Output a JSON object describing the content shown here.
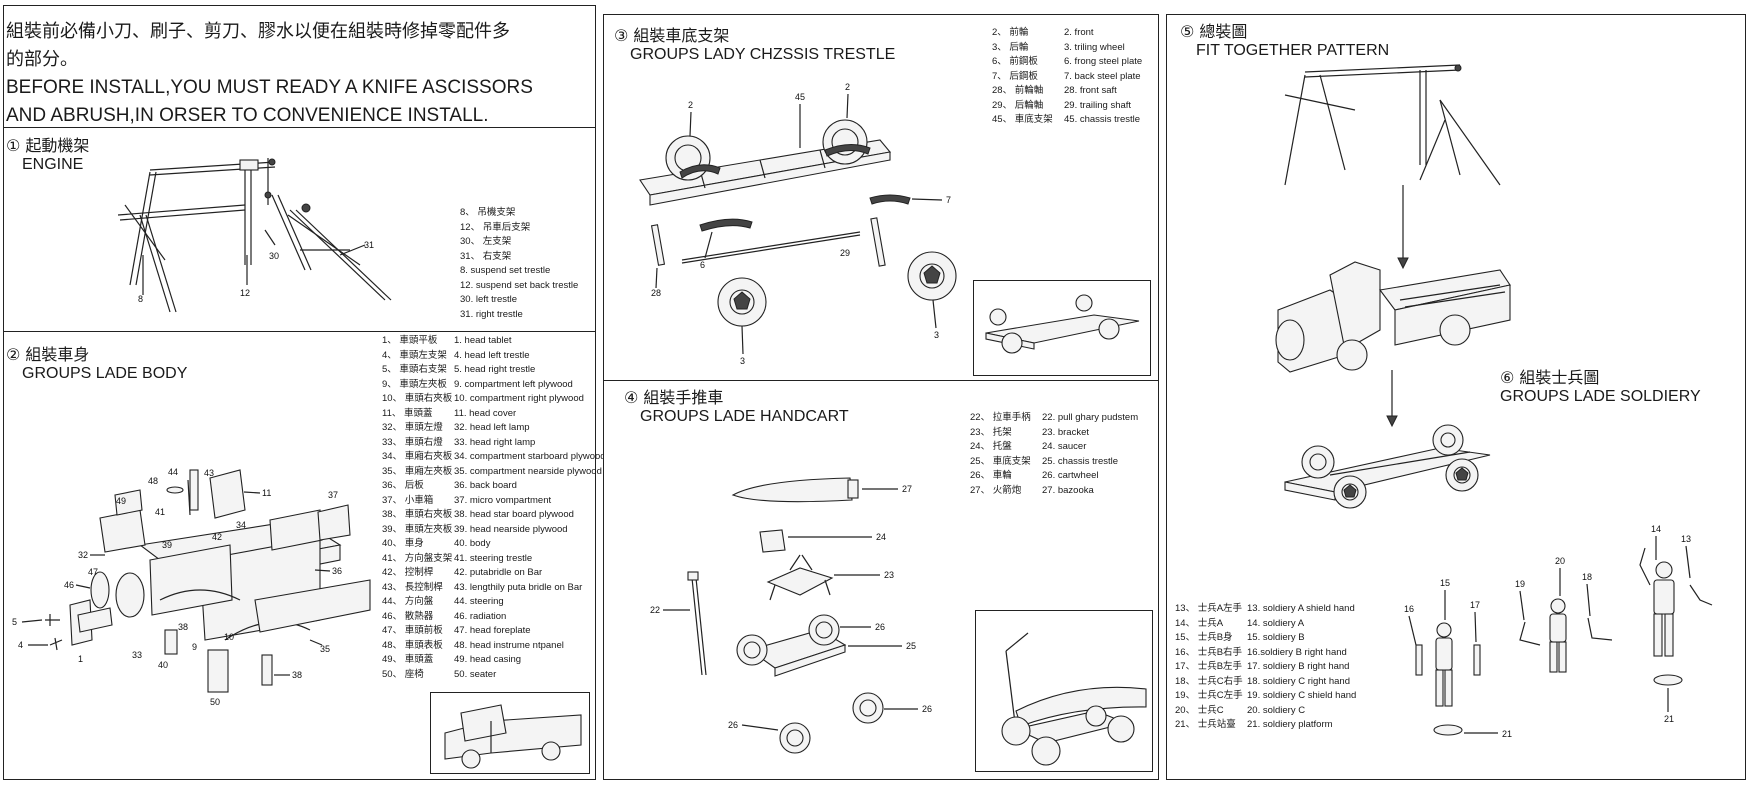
{
  "intro": {
    "cn_line1": "組裝前必備小刀、刷子、剪刀、膠水以便在組裝時修掉零配件多",
    "cn_line2": "的部分。",
    "en_line1": "BEFORE INSTALL,YOU MUST READY A KNIFE ASCISSORS",
    "en_line2": "AND ABRUSH,IN ORSER TO CONVENIENCE INSTALL."
  },
  "sections": {
    "engine": {
      "cn": "① 起動機架",
      "en": "ENGINE"
    },
    "body": {
      "cn": "② 組裝車身",
      "en": "GROUPS LADE BODY"
    },
    "chassis": {
      "cn": "③ 組裝車底支架",
      "en": "GROUPS LADY CHZSSIS TRESTLE"
    },
    "handcart": {
      "cn": "④ 組裝手推車",
      "en": "GROUPS LADE HANDCART"
    },
    "fit": {
      "cn": "⑤ 總裝圖",
      "en": "FIT TOGETHER PATTERN"
    },
    "soldiery": {
      "cn": "⑥ 組裝士兵圖",
      "en": "GROUPS LADE SOLDIERY"
    }
  },
  "engine_legend_cn": [
    "8、 吊機支架",
    "12、 吊車后支架",
    "30、 左支架",
    "31、 右支架"
  ],
  "engine_legend_en": [
    "8. suspend set trestle",
    "12. suspend set back trestle",
    "30. left trestle",
    "31. right trestle"
  ],
  "engine_parts": [
    "8",
    "12",
    "30",
    "31"
  ],
  "body_legend": [
    {
      "cn": "1、 車頭平板",
      "en": "1. head tablet"
    },
    {
      "cn": "4、 車頭左支架",
      "en": "4. head left trestle"
    },
    {
      "cn": "5、 車頭右支架",
      "en": "5. head right trestle"
    },
    {
      "cn": "9、 車頭左夾板",
      "en": "9. compartment left plywood"
    },
    {
      "cn": "10、 車頭右夾板",
      "en": "10. compartment right plywood"
    },
    {
      "cn": "11、 車頭蓋",
      "en": "11. head cover"
    },
    {
      "cn": "32、 車頭左燈",
      "en": "32. head left lamp"
    },
    {
      "cn": "33、 車頭右燈",
      "en": "33. head right lamp"
    },
    {
      "cn": "34、 車廂右夾板",
      "en": "34. compartment starboard plywood"
    },
    {
      "cn": "35、 車廂左夾板",
      "en": "35. compartment nearside plywood"
    },
    {
      "cn": "36、 后板",
      "en": "36. back board"
    },
    {
      "cn": "37、 小車箱",
      "en": "37. micro vompartment"
    },
    {
      "cn": "38、 車頭右夾板",
      "en": "38. head star board plywood"
    },
    {
      "cn": "39、 車頭左夾板",
      "en": "39. head nearside plywood"
    },
    {
      "cn": "40、 車身",
      "en": "40. body"
    },
    {
      "cn": "41、 方向盤支架",
      "en": "41. steering trestle"
    },
    {
      "cn": "42、 控制桿",
      "en": "42. putabridle on Bar"
    },
    {
      "cn": "43、 長控制桿",
      "en": "43. lengthily puta bridle on Bar"
    },
    {
      "cn": "44、 方向盤",
      "en": "44. steering"
    },
    {
      "cn": "46、 散熱器",
      "en": "46. radiation"
    },
    {
      "cn": "47、 車頭前板",
      "en": "47. head foreplate"
    },
    {
      "cn": "48、 車頭表板",
      "en": "48. head instrume ntpanel"
    },
    {
      "cn": "49、 車頭蓋",
      "en": "49. head casing"
    },
    {
      "cn": "50、 座椅",
      "en": "50. seater"
    }
  ],
  "body_parts": [
    "1",
    "4",
    "5",
    "9",
    "10",
    "11",
    "32",
    "33",
    "34",
    "35",
    "36",
    "37",
    "38",
    "38",
    "39",
    "40",
    "41",
    "42",
    "43",
    "44",
    "46",
    "47",
    "48",
    "49",
    "50"
  ],
  "chassis_legend": [
    {
      "cn": "2、 前輪",
      "en": "2. front"
    },
    {
      "cn": "3、 后輪",
      "en": "3. triling wheel"
    },
    {
      "cn": "6、 前鋼板",
      "en": "6. frong steel plate"
    },
    {
      "cn": "7、 后鋼板",
      "en": "7. back steel plate"
    },
    {
      "cn": "28、 前輪軸",
      "en": "28. front saft"
    },
    {
      "cn": "29、 后輪軸",
      "en": "29. trailing shaft"
    },
    {
      "cn": "45、 車底支架",
      "en": "45. chassis trestle"
    }
  ],
  "chassis_parts": [
    "2",
    "2",
    "45",
    "7",
    "6",
    "29",
    "28",
    "3",
    "3"
  ],
  "handcart_legend": [
    {
      "cn": "22、 拉車手柄",
      "en": "22. pull ghary pudstem"
    },
    {
      "cn": "23、 托架",
      "en": "23. bracket"
    },
    {
      "cn": "24、 托盤",
      "en": "24. saucer"
    },
    {
      "cn": "25、 車底支架",
      "en": "25. chassis trestle"
    },
    {
      "cn": "26、 車輪",
      "en": "26. cartwheel"
    },
    {
      "cn": "27、 火箭炮",
      "en": "27. bazooka"
    }
  ],
  "handcart_parts": [
    "27",
    "24",
    "23",
    "22",
    "26",
    "25",
    "26",
    "26"
  ],
  "soldiery_legend": [
    {
      "cn": "13、 士兵A左手",
      "en": "13. soldiery A shield hand"
    },
    {
      "cn": "14、 士兵A",
      "en": "14. soldiery A"
    },
    {
      "cn": "15、 士兵B身",
      "en": "15. soldiery B"
    },
    {
      "cn": "16、 士兵B右手",
      "en": "16.soldiery B right hand"
    },
    {
      "cn": "17、 士兵B左手",
      "en": "17. soldiery B right hand"
    },
    {
      "cn": "18、 士兵C右手",
      "en": "18. soldiery C right hand"
    },
    {
      "cn": "19、 士兵C左手",
      "en": "19. soldiery C shield hand"
    },
    {
      "cn": "20、 士兵C",
      "en": "20. soldiery C"
    },
    {
      "cn": "21、 士兵站臺",
      "en": "21. soldiery platform"
    }
  ],
  "soldiery_parts": [
    "14",
    "13",
    "15",
    "16",
    "17",
    "20",
    "19",
    "18",
    "21",
    "21"
  ]
}
